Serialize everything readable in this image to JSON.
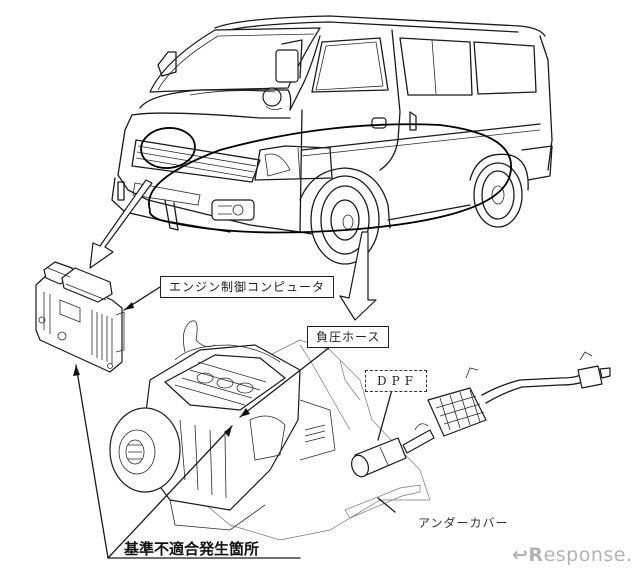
{
  "diagram": {
    "subject": "van recall diagram",
    "labels": {
      "engine_ecu": "エンジン制御コンピュータ",
      "vacuum_hose": "負圧ホース",
      "dpf": "DPF",
      "under_cover": "アンダーカバー",
      "nonconformity_location": "基準不適合発生箇所"
    },
    "parts": [
      "van",
      "engine-ecu",
      "engine",
      "vacuum-hose",
      "dpf",
      "exhaust-muffler",
      "under-cover"
    ],
    "watermark": {
      "icon": "response-r-arrow-icon",
      "text": "esponse.",
      "color": "#b3b3b3"
    }
  }
}
